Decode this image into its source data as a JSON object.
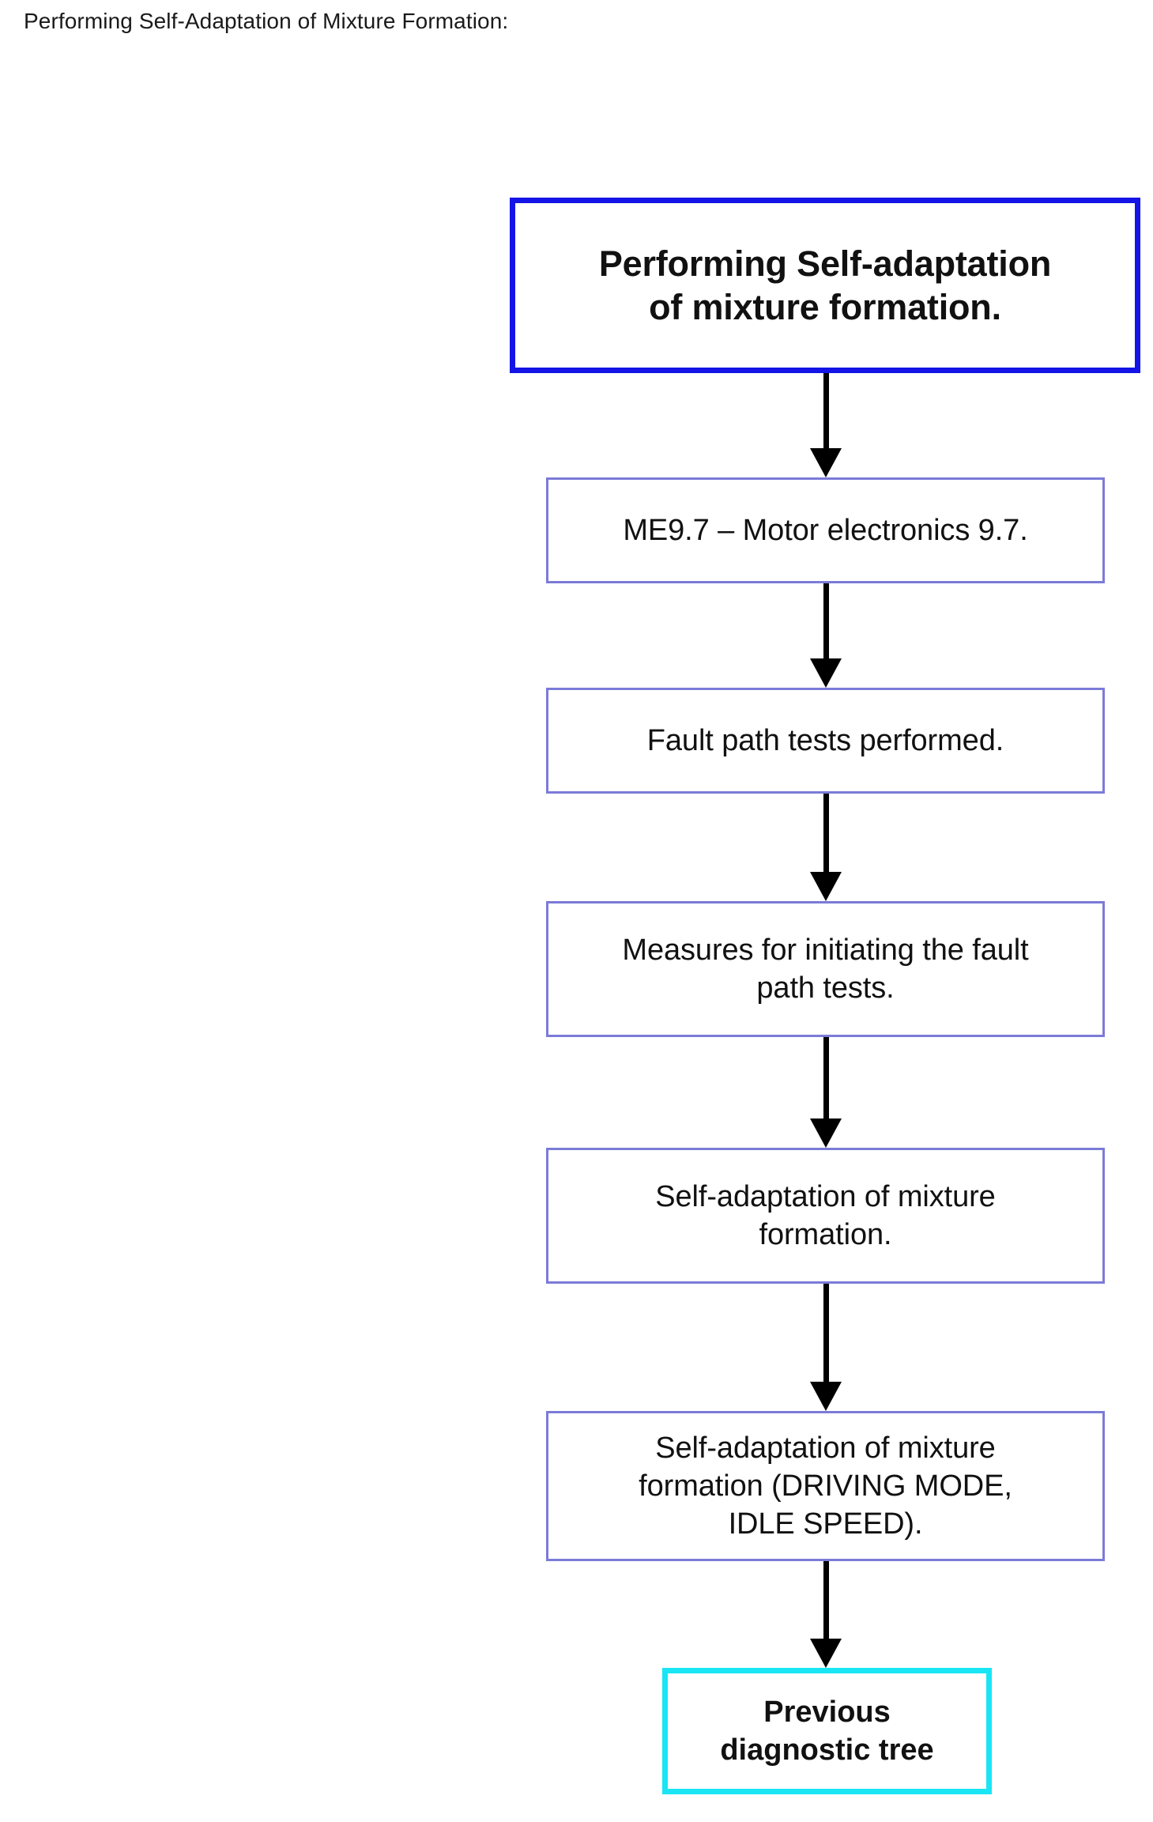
{
  "page": {
    "caption": "Performing Self-Adaptation of Mixture Formation:",
    "background_color": "#ffffff"
  },
  "colors": {
    "title_border": "#1414e6",
    "step_border": "#7b7bd8",
    "terminal_border": "#1ae5f5",
    "arrow": "#000000",
    "text": "#111111"
  },
  "flowchart": {
    "type": "vertical-flow",
    "orientation": "top-to-bottom",
    "nodes": [
      {
        "id": "title",
        "label": "Performing Self-adaptation\nof mixture formation.",
        "style": "title",
        "border_color": "#1414e6",
        "bold": true
      },
      {
        "id": "step-1",
        "label": "ME9.7 – Motor electronics 9.7.",
        "style": "step",
        "border_color": "#7b7bd8",
        "bold": false
      },
      {
        "id": "step-2",
        "label": "Fault path tests performed.",
        "style": "step",
        "border_color": "#7b7bd8",
        "bold": false
      },
      {
        "id": "step-3",
        "label": "Measures for initiating the fault\npath tests.",
        "style": "step",
        "border_color": "#7b7bd8",
        "bold": false
      },
      {
        "id": "step-4",
        "label": "Self-adaptation of mixture\nformation.",
        "style": "step",
        "border_color": "#7b7bd8",
        "bold": false
      },
      {
        "id": "step-5",
        "label": "Self-adaptation of mixture\nformation (DRIVING MODE,\nIDLE SPEED).",
        "style": "step",
        "border_color": "#7b7bd8",
        "bold": false
      },
      {
        "id": "terminal",
        "label": "Previous\ndiagnostic tree",
        "style": "terminal",
        "border_color": "#1ae5f5",
        "bold": true
      }
    ],
    "edges": [
      {
        "from": "title",
        "to": "step-1",
        "arrow": "down-arrow"
      },
      {
        "from": "step-1",
        "to": "step-2",
        "arrow": "down-arrow"
      },
      {
        "from": "step-2",
        "to": "step-3",
        "arrow": "down-arrow"
      },
      {
        "from": "step-3",
        "to": "step-4",
        "arrow": "down-arrow"
      },
      {
        "from": "step-4",
        "to": "step-5",
        "arrow": "down-arrow"
      },
      {
        "from": "step-5",
        "to": "terminal",
        "arrow": "down-arrow"
      }
    ]
  }
}
